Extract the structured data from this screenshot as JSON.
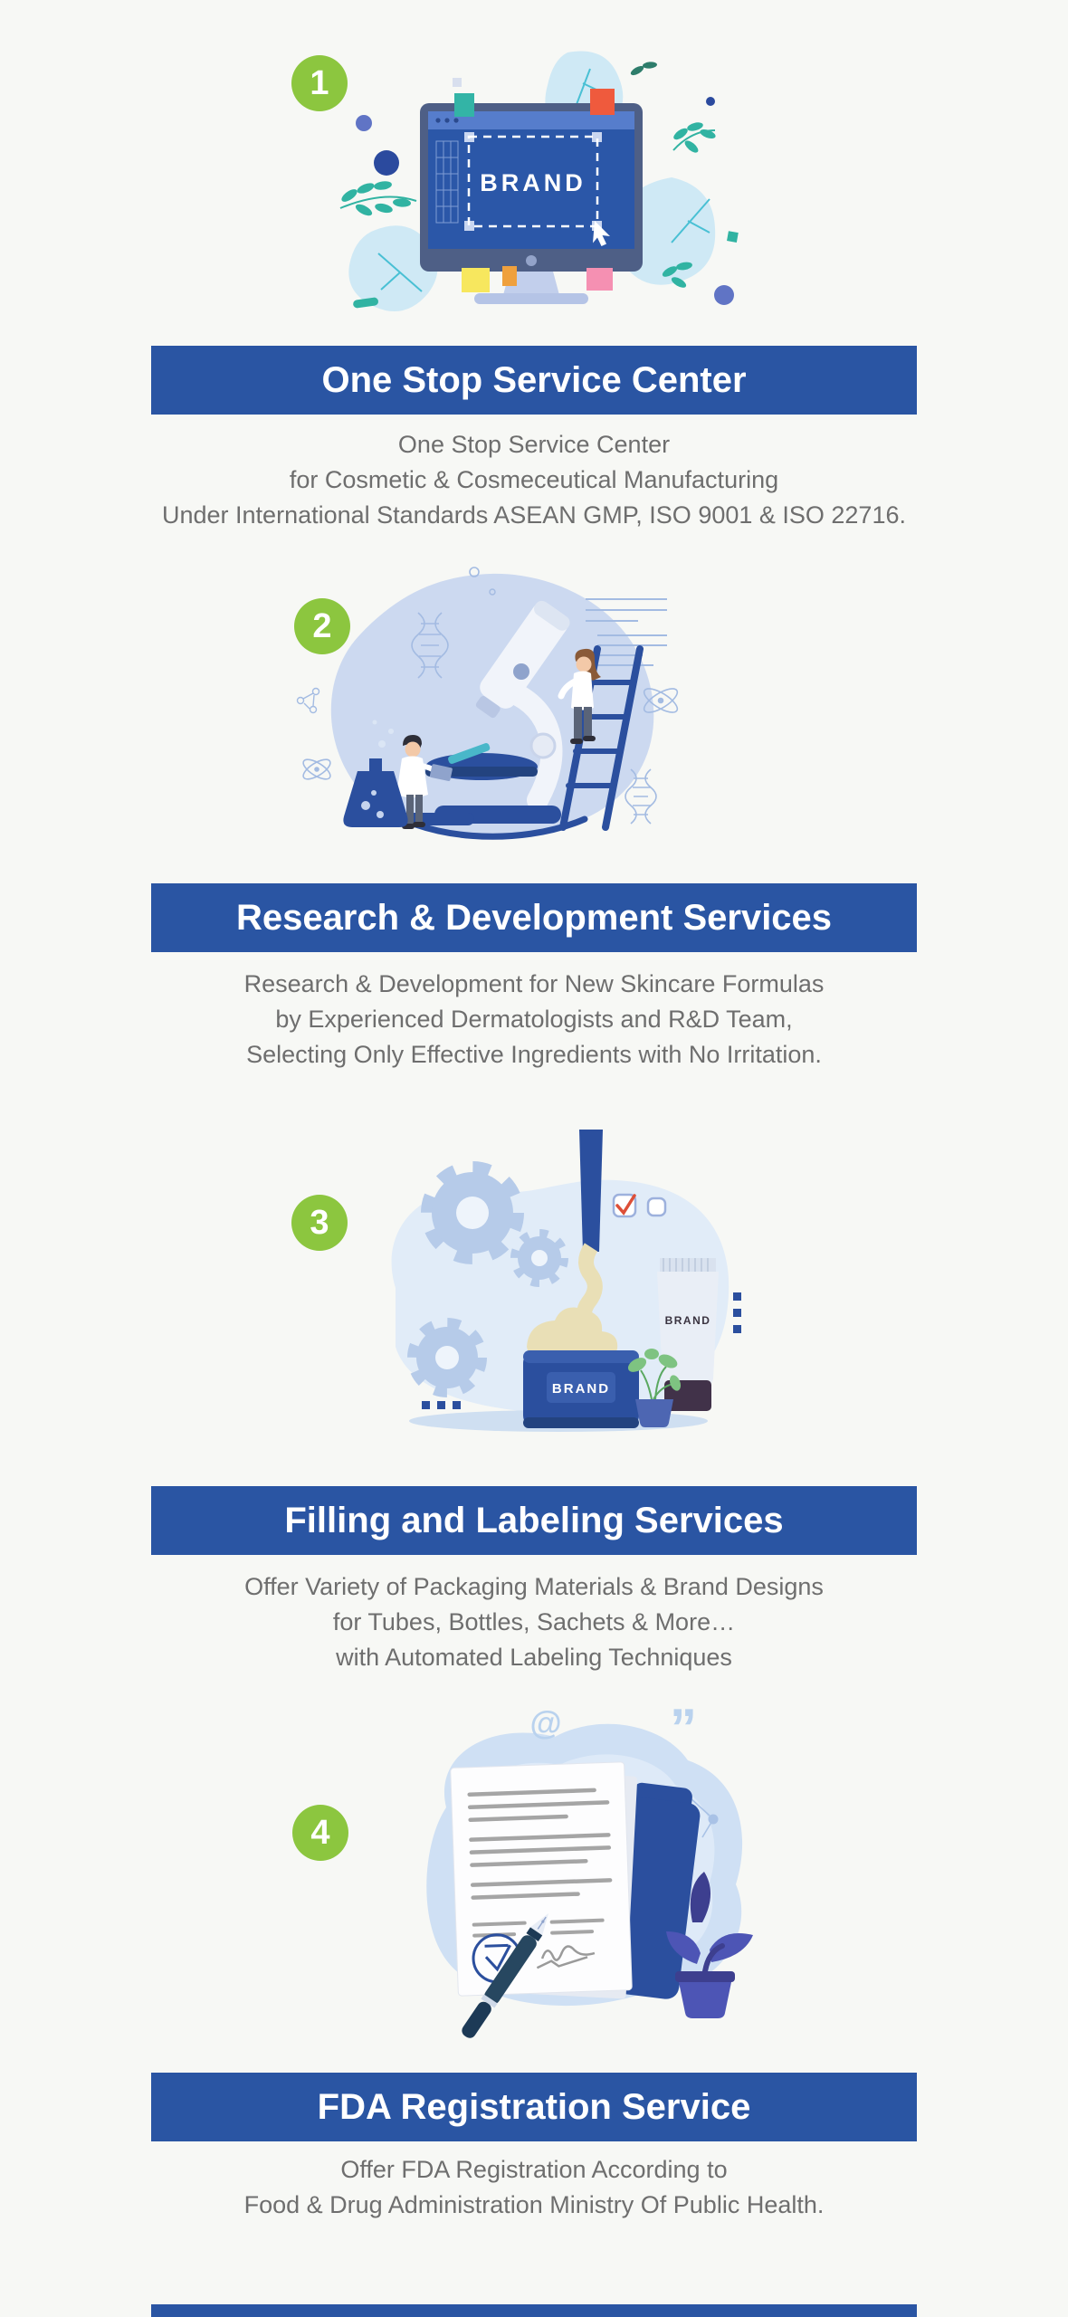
{
  "page": {
    "background_color": "#f7f8f5"
  },
  "colors": {
    "banner_blue": "#2a55a3",
    "badge_green": "#8cc63f",
    "body_text_gray": "#6e6e6e",
    "banner_text": "#ffffff",
    "illustration_navy": "#2b4f9e",
    "illustration_light_blue": "#ccd9f0",
    "illustration_teal": "#31b3a2"
  },
  "brand_label": "BRAND",
  "sections": [
    {
      "number": "1",
      "title": "One Stop Service Center",
      "illustration": "brand-design-monitor",
      "lines": [
        "One Stop Service Center",
        "for Cosmetic & Cosmeceutical Manufacturing",
        "Under International Standards ASEAN GMP, ISO 9001 & ISO 22716."
      ]
    },
    {
      "number": "2",
      "title": "Research & Development Services",
      "illustration": "microscope-research",
      "lines": [
        "Research & Development for New Skincare Formulas",
        "by Experienced Dermatologists and R&D Team,",
        "Selecting Only Effective Ingredients with No Irritation."
      ]
    },
    {
      "number": "3",
      "title": "Filling and Labeling Services",
      "illustration": "jar-filling-packaging",
      "lines": [
        "Offer Variety of Packaging Materials & Brand Designs",
        "for Tubes, Bottles, Sachets & More…",
        "with Automated Labeling Techniques"
      ]
    },
    {
      "number": "4",
      "title": "FDA Registration Service",
      "illustration": "fda-document-signing",
      "lines": [
        "Offer FDA Registration According to",
        "Food & Drug Administration Ministry Of Public Health."
      ]
    }
  ]
}
